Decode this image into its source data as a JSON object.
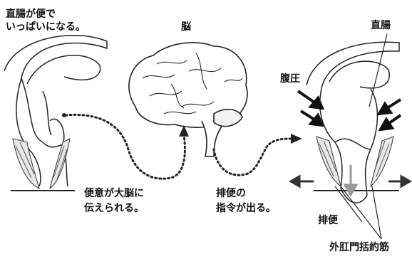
{
  "labels": {
    "rectum_full": [
      "直腸が便で",
      "いっぱいになる。"
    ],
    "brain": "脳",
    "rectum": "直腸",
    "abdominal_pressure": "腹圧",
    "urge_to_brain": [
      "便意が大脳に",
      "伝えられる。"
    ],
    "defecation_command": [
      "排便の",
      "指令が出る。"
    ],
    "defecation": "排便",
    "external_anal_sphincter": "外肛門括約筋"
  }
}
